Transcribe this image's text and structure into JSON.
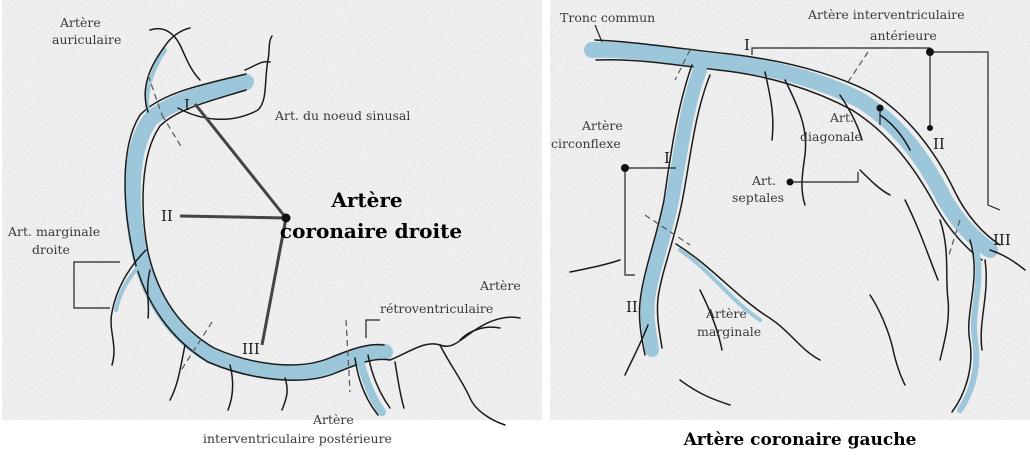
{
  "right_coronary": {
    "title_line1": "Artère",
    "title_line2": "coronaire droite",
    "labels": {
      "auriculaire_1": "Artère",
      "auriculaire_2": "auriculaire",
      "noeud_sinusal": "Art. du noeud sinusal",
      "marginale_1": "Art. marginale",
      "marginale_2": "droite",
      "retro_1": "Artère",
      "retro_2": "rétroventriculaire",
      "ivp_1": "Artère",
      "ivp_2": "interventriculaire postérieure"
    },
    "segments": [
      "I",
      "II",
      "III"
    ]
  },
  "left_coronary": {
    "title": "Artère coronaire gauche",
    "labels": {
      "tronc": "Tronc commun",
      "iva_1": "Artère interventriculaire",
      "iva_2": "antérieure",
      "circ_1": "Artère",
      "circ_2": "circonflexe",
      "diag_1": "Art.",
      "diag_2": "diagonale",
      "sept_1": "Art.",
      "sept_2": "septales",
      "marg_1": "Artère",
      "marg_2": "marginale"
    },
    "segments": {
      "circ_1": "I",
      "circ_2": "II",
      "iva_1": "I",
      "iva_2": "II",
      "iva_3": "III"
    }
  },
  "colors": {
    "vessel": "#9cc6da",
    "ink": "#1b1b1b",
    "background": "#ffffff"
  }
}
